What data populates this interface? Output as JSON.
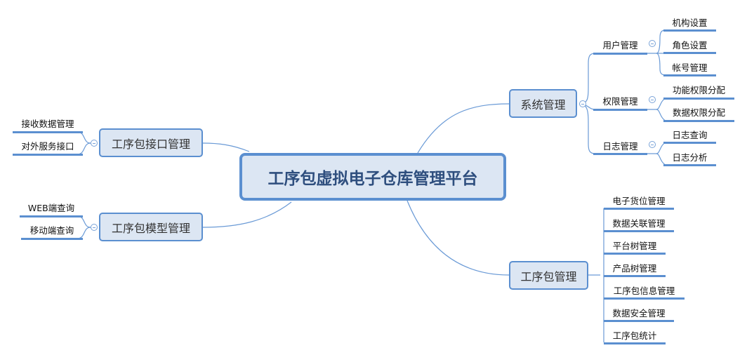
{
  "center": "工序包虚拟电子仓库管理平台",
  "branches": {
    "system": {
      "label": "系统管理",
      "children": [
        {
          "label": "用户管理",
          "children": [
            "机构设置",
            "角色设置",
            "帐号管理"
          ]
        },
        {
          "label": "权限管理",
          "children": [
            "功能权限分配",
            "数据权限分配"
          ]
        },
        {
          "label": "日志管理",
          "children": [
            "日志查询",
            "日志分析"
          ]
        }
      ]
    },
    "package": {
      "label": "工序包管理",
      "children": [
        "电子货位管理",
        "数据关联管理",
        "平台树管理",
        "产品树管理",
        "工序包信息管理",
        "数据安全管理",
        "工序包统计"
      ]
    },
    "interface": {
      "label": "工序包接口管理",
      "children": [
        "接收数据管理",
        "对外服务接口"
      ]
    },
    "model": {
      "label": "工序包模型管理",
      "children": [
        "WEB端查询",
        "移动端查询"
      ]
    }
  },
  "colors": {
    "accent": "#5b8fd0",
    "node_fill": "#dce6f3",
    "center_text": "#2e4e7e"
  }
}
